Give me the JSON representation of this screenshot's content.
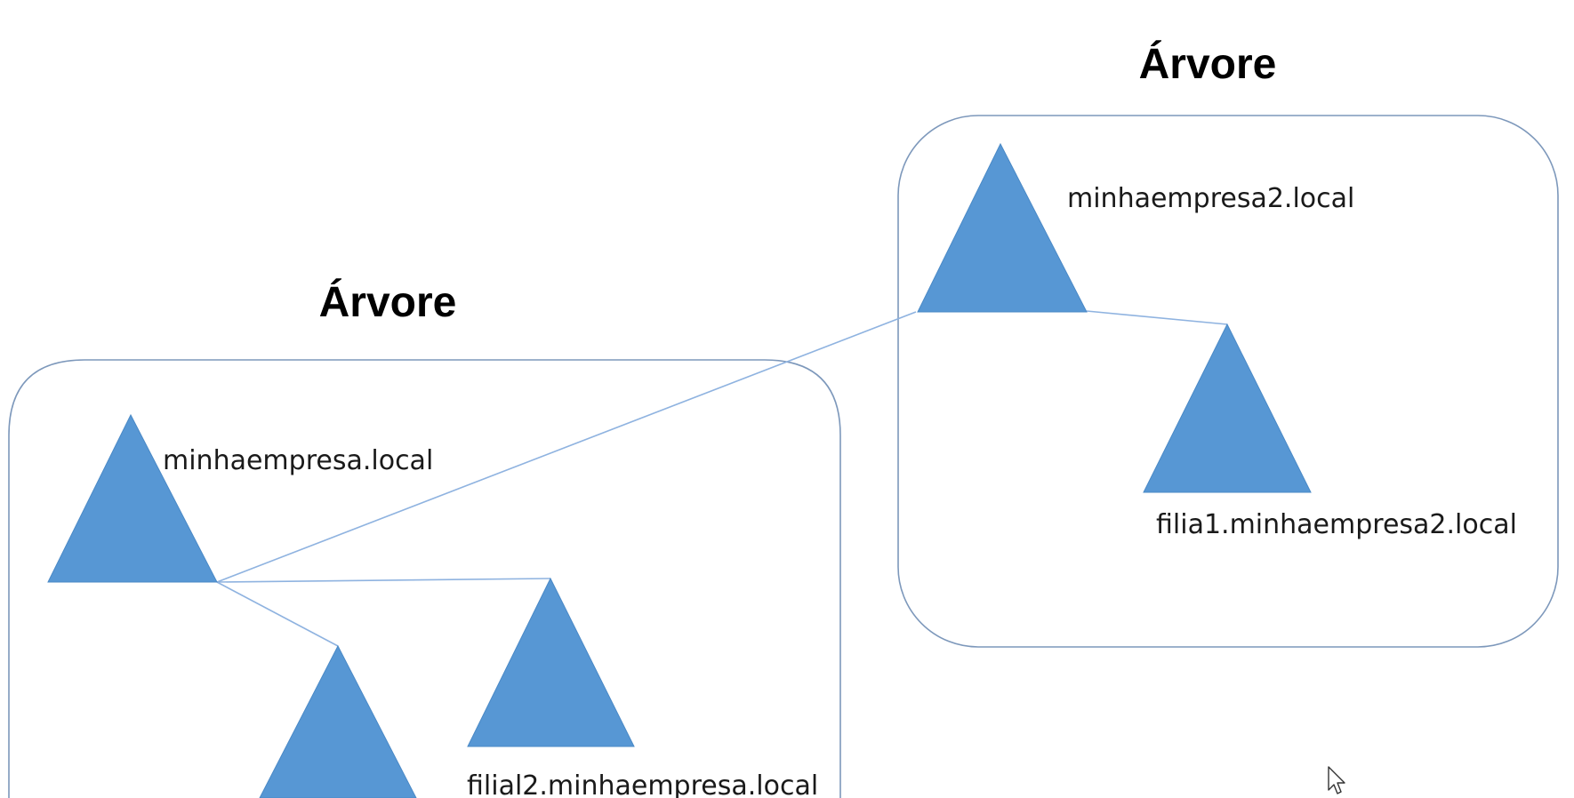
{
  "trees": [
    {
      "title": "Árvore",
      "domains": [
        {
          "label": "minhaempresa.local"
        },
        {
          "label": ""
        },
        {
          "label": "filial2.minhaempresa.local"
        }
      ]
    },
    {
      "title": "Árvore",
      "domains": [
        {
          "label": "minhaempresa2.local"
        },
        {
          "label": "filia1.minhaempresa2.local"
        }
      ]
    }
  ],
  "colors": {
    "triangle_fill": "#5797d4",
    "box_stroke": "#7d98bb",
    "link_stroke": "#8fb3e0"
  },
  "cursor": {
    "icon": "mouse-pointer-icon"
  }
}
